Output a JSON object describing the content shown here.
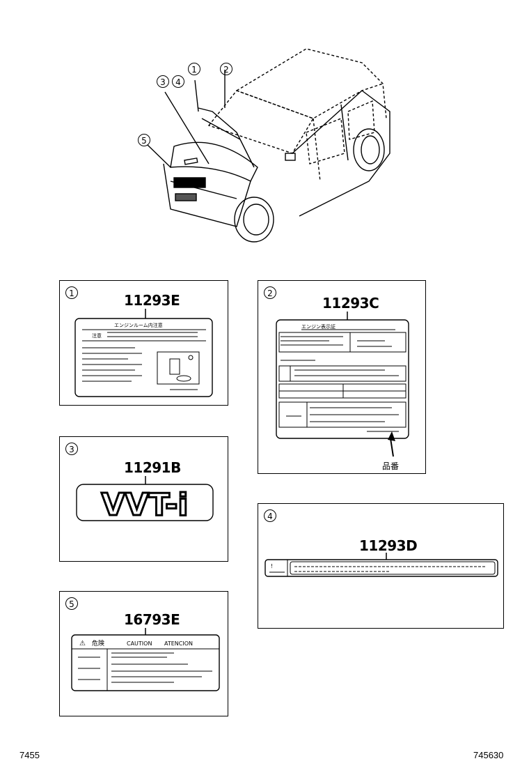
{
  "callouts": {
    "c1": "1",
    "c2": "2",
    "c3": "3",
    "c4": "4",
    "c5": "5"
  },
  "panels": [
    {
      "index": "1",
      "part_number": "11293E",
      "label_title": "エンジンルーム内注意",
      "label_tag": "注意"
    },
    {
      "index": "2",
      "part_number": "11293C",
      "label_title": "エンジン表示証",
      "arrow_caption": "品番"
    },
    {
      "index": "3",
      "part_number": "11291B",
      "label_text": "VVT-i"
    },
    {
      "index": "4",
      "part_number": "11293D"
    },
    {
      "index": "5",
      "part_number": "16793E",
      "label_words": [
        "危険",
        "CAUTION",
        "ATENCION"
      ]
    }
  ],
  "footer": {
    "left": "7455",
    "right": "745630"
  }
}
